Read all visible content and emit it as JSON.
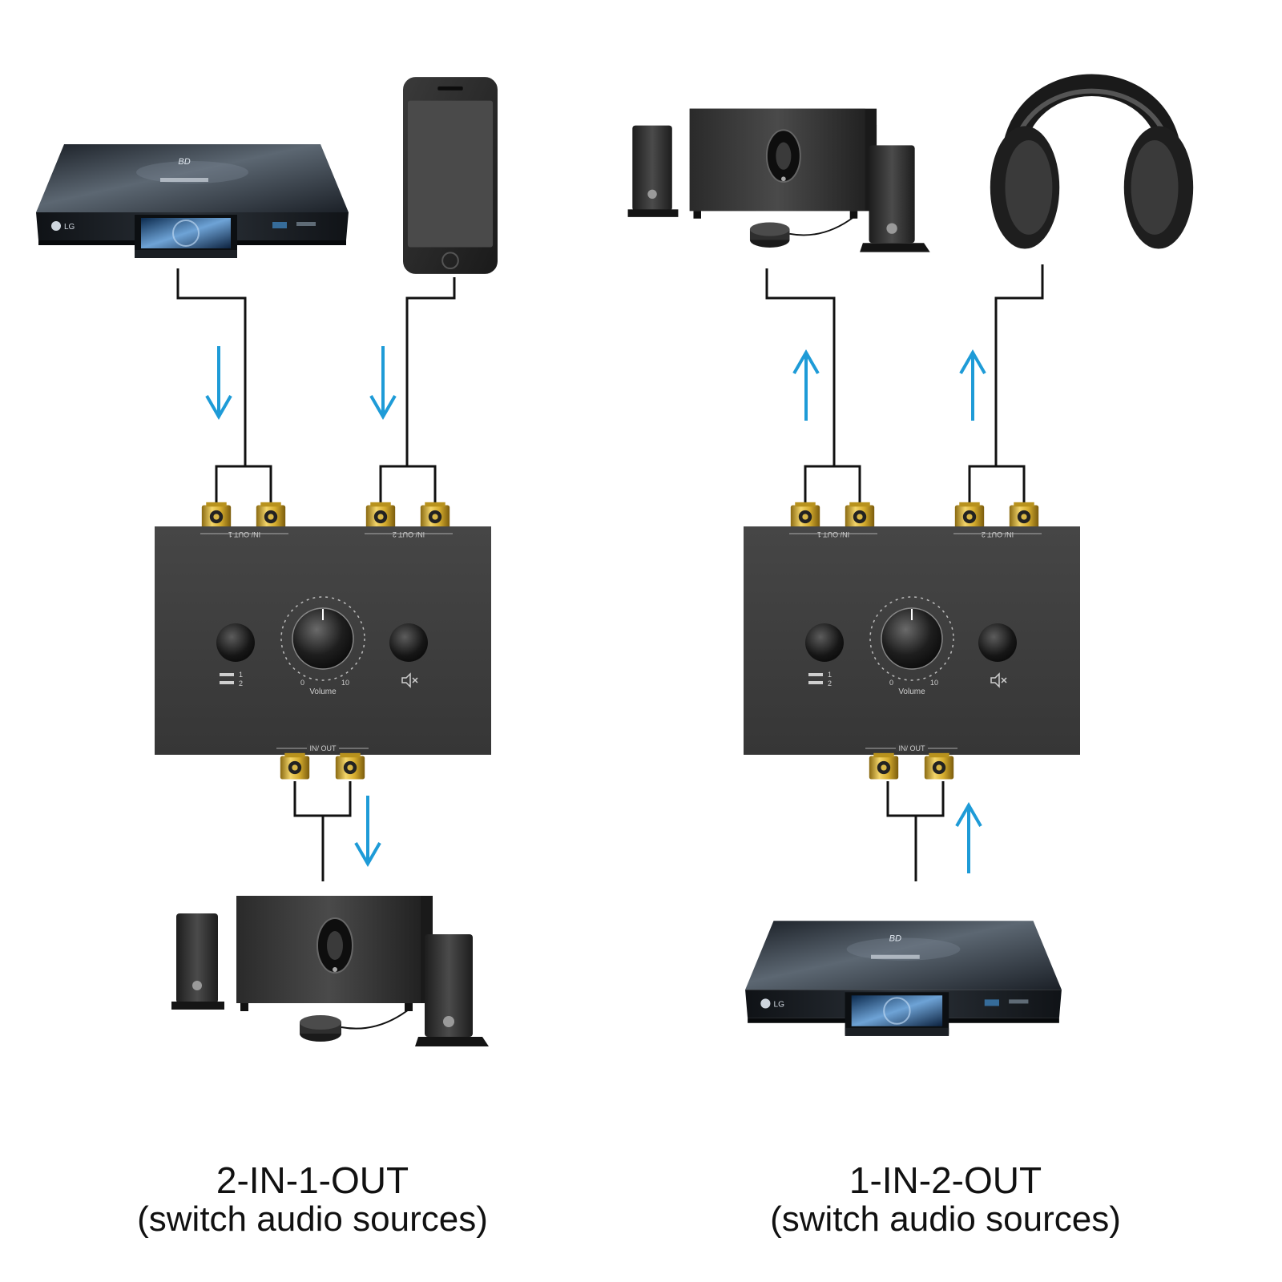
{
  "diagrams": [
    {
      "id": "left",
      "title": "2-IN-1-OUT",
      "subtitle": "(switch audio sources)",
      "inputs": [
        "bluray-player",
        "smartphone"
      ],
      "output": "speaker-system",
      "flow": "down",
      "device": {
        "port_label_1": "IN/ OUT 1",
        "port_label_2": "IN/ OUT 2",
        "bottom_label": "IN/ OUT",
        "volume_label": "Volume",
        "scale_min": "0",
        "scale_max": "10",
        "switch_1": "1",
        "switch_2": "2"
      }
    },
    {
      "id": "right",
      "title": "1-IN-2-OUT",
      "subtitle": "(switch audio sources)",
      "input": "bluray-player",
      "outputs": [
        "speaker-system",
        "headphones"
      ],
      "flow": "up",
      "device": {
        "port_label_1": "IN/ OUT 1",
        "port_label_2": "IN/ OUT 2",
        "bottom_label": "IN/ OUT",
        "volume_label": "Volume",
        "scale_min": "0",
        "scale_max": "10",
        "switch_1": "1",
        "switch_2": "2"
      }
    }
  ],
  "colors": {
    "arrow": "#1e9bd7",
    "device_body": "#3b3b3b",
    "rca_gold": "#c9a227",
    "wire": "#111111"
  }
}
